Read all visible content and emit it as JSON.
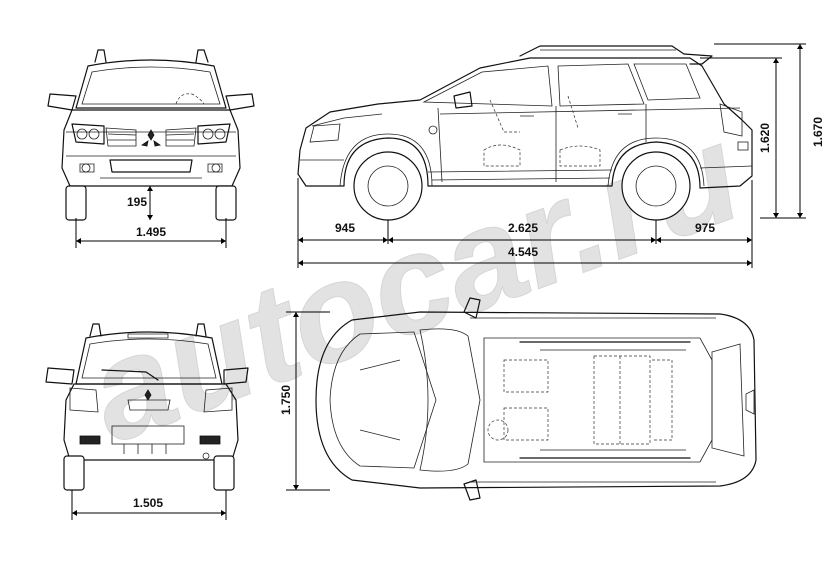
{
  "watermark": {
    "text": "autocar.ru",
    "color": "#d9d9d9"
  },
  "dimensions": {
    "front_ground_clearance": "195",
    "front_track": "1.495",
    "front_overhang": "945",
    "wheelbase": "2.625",
    "rear_overhang": "975",
    "overall_length": "4.545",
    "height_body": "1.620",
    "height_overall": "1.670",
    "rear_track": "1.505",
    "overall_width": "1.750"
  },
  "colors": {
    "line": "#111111",
    "background": "#ffffff",
    "watermark": "#d9d9d9"
  }
}
